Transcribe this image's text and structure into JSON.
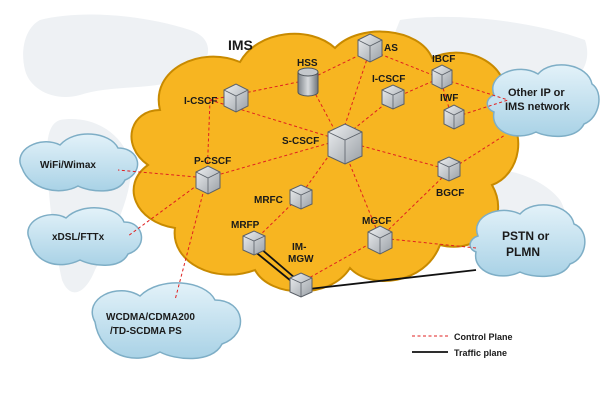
{
  "title": "IMS",
  "colors": {
    "ims_cloud": "#f7b521",
    "ims_cloud_edge": "#c88a00",
    "access_cloud": "#bfe0ef",
    "access_cloud_edge": "#7eaec6",
    "control_plane": "#e02020",
    "traffic_plane": "#111111",
    "node_box": "#c9ccd0"
  },
  "nodes": {
    "hss": "HSS",
    "as": "AS",
    "i_cscf_left": "I-CSCF",
    "i_cscf_right": "I-CSCF",
    "ibcf": "IBCF",
    "iwf": "IWF",
    "s_cscf": "S-CSCF",
    "p_cscf": "P-CSCF",
    "mrfc": "MRFC",
    "bgcf": "BGCF",
    "mrfp": "MRFP",
    "im_mgw_line1": "IM-",
    "im_mgw_line2": "MGW",
    "mgcf": "MGCF"
  },
  "external_clouds": {
    "wifi": "WiFi/Wimax",
    "xdsl": "xDSL/FTTx",
    "wcdma_line1": "WCDMA/CDMA200",
    "wcdma_line2": "/TD-SCDMA  PS",
    "other_ip_line1": "Other IP or",
    "other_ip_line2": "IMS network",
    "pstn_line1": "PSTN or",
    "pstn_line2": "PLMN"
  },
  "legend": {
    "control": "Control Plane",
    "traffic": "Traffic plane"
  }
}
